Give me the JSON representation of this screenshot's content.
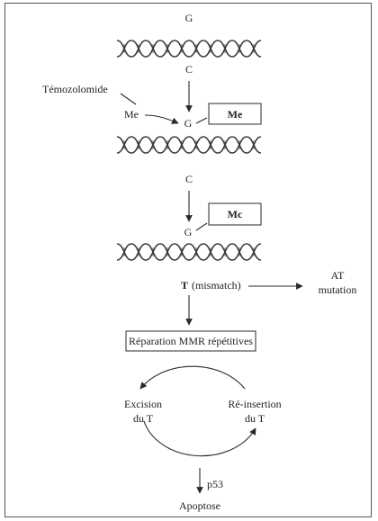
{
  "labels": {
    "g_top": "G",
    "c_top": "C",
    "temozolomide": "Témozolomide",
    "me_small": "Me",
    "g_mid": "G",
    "me_box_1": "Me",
    "c_mid": "C",
    "g_low": "G",
    "me_box_2": "Mc",
    "t_letter": "T",
    "mismatch": "(mismatch)",
    "at_line1": "AT",
    "at_line2": "mutation",
    "repair_box": "Réparation MMR répétitives",
    "excision_line1": "Excision",
    "excision_line2": "du T",
    "reinsertion_line1": "Ré-insertion",
    "reinsertion_line2": "du T",
    "p53": "p53",
    "apoptose": "Apoptose"
  }
}
